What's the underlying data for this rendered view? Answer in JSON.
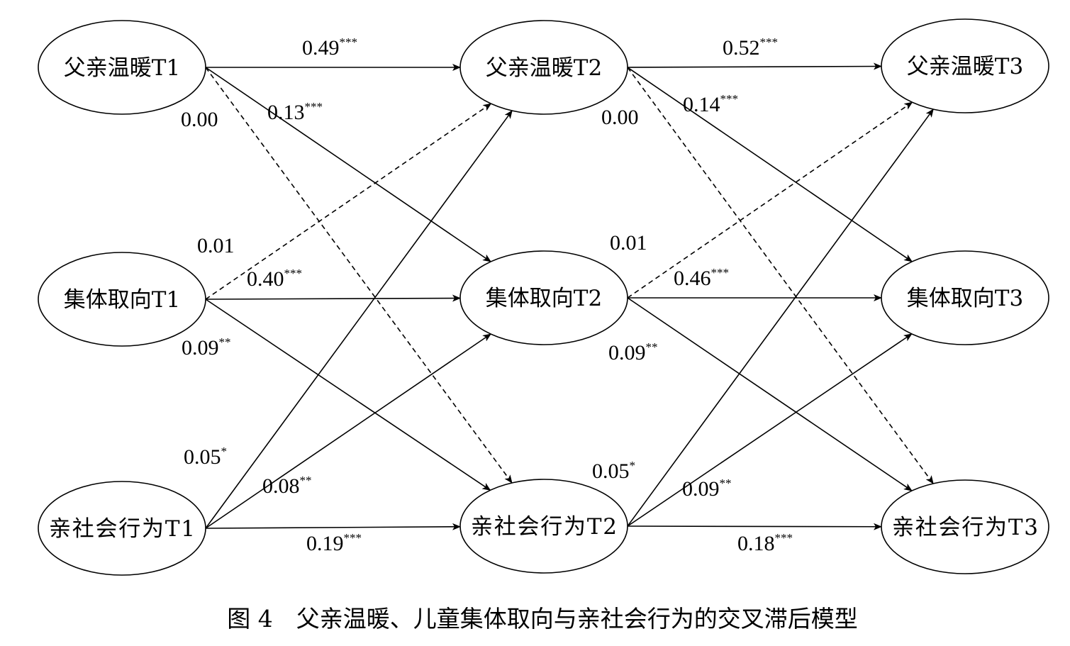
{
  "nodes": [
    {
      "id": "warmth_t1",
      "label": "父亲温暖T1"
    },
    {
      "id": "collect_t1",
      "label": "集体取向T1"
    },
    {
      "id": "prosocial_t1",
      "label": "亲社会行为T1"
    },
    {
      "id": "warmth_t2",
      "label": "父亲温暖T2"
    },
    {
      "id": "collect_t2",
      "label": "集体取向T2"
    },
    {
      "id": "prosocial_t2",
      "label": "亲社会行为T2"
    },
    {
      "id": "warmth_t3",
      "label": "父亲温暖T3"
    },
    {
      "id": "collect_t3",
      "label": "集体取向T3"
    },
    {
      "id": "prosocial_t3",
      "label": "亲社会行为T3"
    }
  ],
  "edges": [
    {
      "from": "warmth_t1",
      "to": "warmth_t2",
      "coef": "0.49",
      "sig": "***",
      "dashed": false
    },
    {
      "from": "warmth_t1",
      "to": "collect_t2",
      "coef": "0.13",
      "sig": "***",
      "dashed": false
    },
    {
      "from": "warmth_t1",
      "to": "prosocial_t2",
      "coef": "0.00",
      "sig": "",
      "dashed": true
    },
    {
      "from": "collect_t1",
      "to": "warmth_t2",
      "coef": "0.01",
      "sig": "",
      "dashed": true
    },
    {
      "from": "collect_t1",
      "to": "collect_t2",
      "coef": "0.40",
      "sig": "***",
      "dashed": false
    },
    {
      "from": "collect_t1",
      "to": "prosocial_t2",
      "coef": "0.09",
      "sig": "**",
      "dashed": false
    },
    {
      "from": "prosocial_t1",
      "to": "warmth_t2",
      "coef": "0.05",
      "sig": "*",
      "dashed": false
    },
    {
      "from": "prosocial_t1",
      "to": "collect_t2",
      "coef": "0.08",
      "sig": "**",
      "dashed": false
    },
    {
      "from": "prosocial_t1",
      "to": "prosocial_t2",
      "coef": "0.19",
      "sig": "***",
      "dashed": false
    },
    {
      "from": "warmth_t2",
      "to": "warmth_t3",
      "coef": "0.52",
      "sig": "***",
      "dashed": false
    },
    {
      "from": "warmth_t2",
      "to": "collect_t3",
      "coef": "0.14",
      "sig": "***",
      "dashed": false
    },
    {
      "from": "warmth_t2",
      "to": "prosocial_t3",
      "coef": "0.00",
      "sig": "",
      "dashed": true
    },
    {
      "from": "collect_t2",
      "to": "warmth_t3",
      "coef": "0.01",
      "sig": "",
      "dashed": true
    },
    {
      "from": "collect_t2",
      "to": "collect_t3",
      "coef": "0.46",
      "sig": "***",
      "dashed": false
    },
    {
      "from": "collect_t2",
      "to": "prosocial_t3",
      "coef": "0.09",
      "sig": "**",
      "dashed": false
    },
    {
      "from": "prosocial_t2",
      "to": "warmth_t3",
      "coef": "0.05",
      "sig": "*",
      "dashed": false
    },
    {
      "from": "prosocial_t2",
      "to": "collect_t3",
      "coef": "0.09",
      "sig": "**",
      "dashed": false
    },
    {
      "from": "prosocial_t2",
      "to": "prosocial_t3",
      "coef": "0.18",
      "sig": "***",
      "dashed": false
    }
  ],
  "caption": "图 4　父亲温暖、儿童集体取向与亲社会行为的交叉滞后模型"
}
